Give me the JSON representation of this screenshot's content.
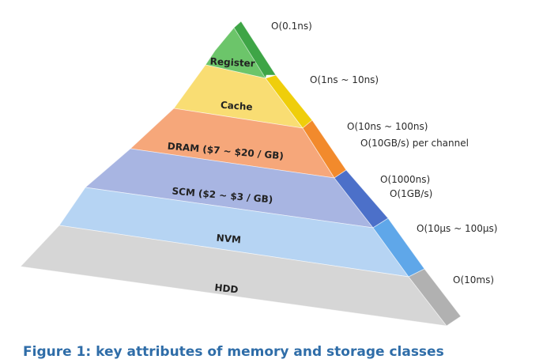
{
  "layers": [
    {
      "label": "Register",
      "front_color": "#6cc56a",
      "side_color": "#3ea546",
      "latency": [
        "O(0.1ns)"
      ]
    },
    {
      "label": "Cache",
      "front_color": "#f9dd73",
      "side_color": "#efce0b",
      "latency": [
        "O(1ns ~ 10ns)"
      ]
    },
    {
      "label": "DRAM ($7 ~ $20 / GB)",
      "front_color": "#f6a77a",
      "side_color": "#f28a2c",
      "latency": [
        "O(10ns ~ 100ns)",
        "O(10GB/s) per channel"
      ]
    },
    {
      "label": "SCM ($2 ~ $3 / GB)",
      "front_color": "#a8b5e2",
      "side_color": "#4c70c9",
      "latency": [
        "O(1000ns)",
        "O(1GB/s)"
      ]
    },
    {
      "label": "NVM",
      "front_color": "#b6d4f3",
      "side_color": "#5fa7e9",
      "latency": [
        "O(10μs ~ 100μs)"
      ]
    },
    {
      "label": "HDD",
      "front_color": "#d6d6d6",
      "side_color": "#b1b1b1",
      "latency": [
        "O(10ms)"
      ]
    }
  ],
  "caption": "Figure 1: key attributes of memory and storage classes"
}
